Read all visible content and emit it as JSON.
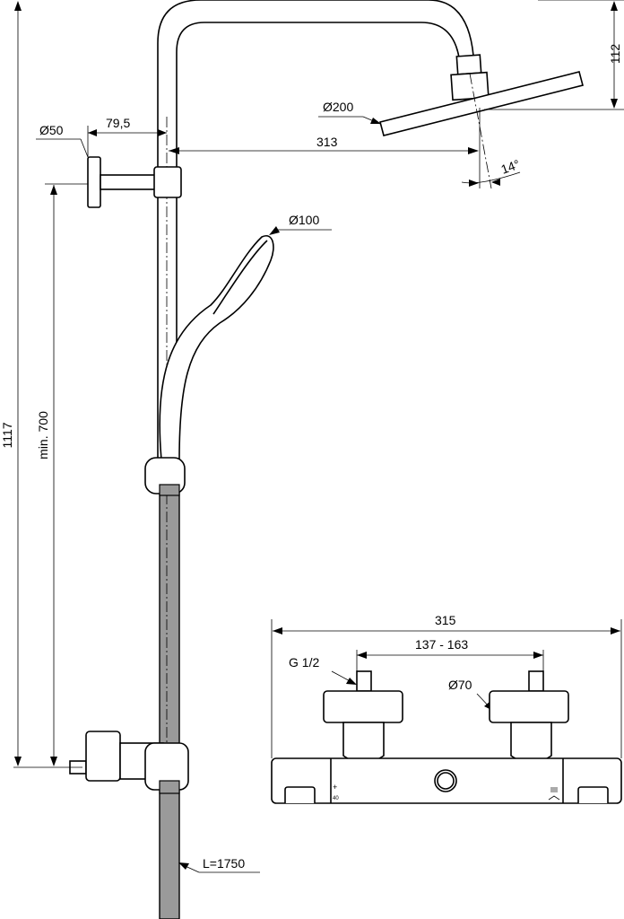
{
  "dimensions": {
    "head_height": "112",
    "head_diameter": "Ø200",
    "wall_bracket_diameter": "Ø50",
    "wall_bracket_offset": "79,5",
    "head_projection": "313",
    "head_angle": "14°",
    "hand_shower_diameter": "Ø100",
    "total_height": "1117",
    "min_height": "min. 700",
    "hose_length": "L=1750",
    "mixer_width": "315",
    "inlet_spacing": "137 - 163",
    "thread": "G 1/2",
    "cap_diameter": "Ø70"
  },
  "mixer_markings": {
    "plus": "+",
    "temp": "40"
  }
}
